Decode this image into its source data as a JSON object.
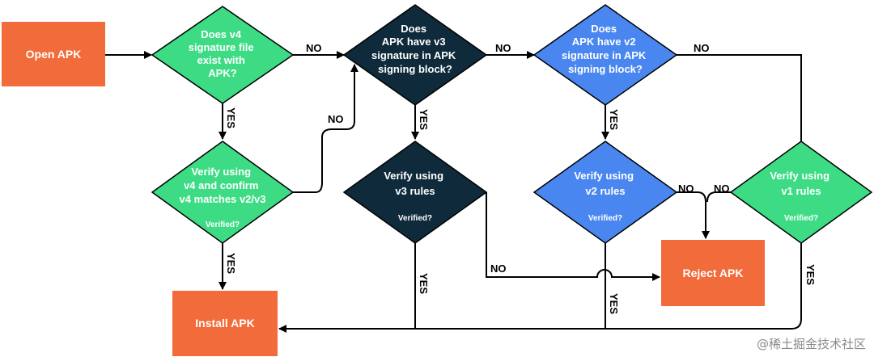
{
  "colors": {
    "box": "#f26b3a",
    "green": "#3ddc84",
    "dark": "#0f2a3a",
    "blue": "#4a86f0",
    "line": "#000000",
    "text": "#ffffff"
  },
  "nodes": {
    "open_apk": "Open APK",
    "v4_exists": [
      "Does v4",
      "signature file",
      "exist with",
      "APK?"
    ],
    "verify_v4": [
      "Verify using",
      "v4 and confirm",
      "v4 matches v2/v3"
    ],
    "verify_v4_sub": "Verified?",
    "v3_block": [
      "Does",
      "APK have v3",
      "signature in APK",
      "signing block?"
    ],
    "verify_v3": [
      "Verify using",
      "v3 rules"
    ],
    "verify_v3_sub": "Verified?",
    "v2_block": [
      "Does",
      "APK have v2",
      "signature in APK",
      "signing block?"
    ],
    "verify_v2": [
      "Verify using",
      "v2 rules"
    ],
    "verify_v2_sub": "Verified?",
    "verify_v1": [
      "Verify using",
      "v1 rules"
    ],
    "verify_v1_sub": "Verified?",
    "reject_apk": "Reject APK",
    "install_apk": "Install APK"
  },
  "edge_labels": {
    "yes": "YES",
    "no": "NO"
  },
  "watermark": "@稀土掘金技术社区"
}
